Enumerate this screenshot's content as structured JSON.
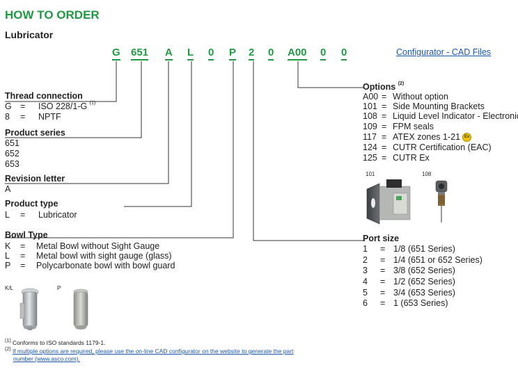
{
  "title": "HOW TO ORDER",
  "subtitle": "Lubricator",
  "code_parts": [
    "G",
    "651",
    "A",
    "L",
    "0",
    "P",
    "2",
    "0",
    "A00",
    "0",
    "0"
  ],
  "configurator_link": "Configurator - CAD Files",
  "thread": {
    "title": "Thread connection",
    "rows": [
      {
        "k": "G",
        "eq": "=",
        "v": "ISO 228/1-G",
        "note": "(1)"
      },
      {
        "k": "8",
        "eq": "=",
        "v": "NPTF",
        "note": ""
      }
    ]
  },
  "series": {
    "title": "Product series",
    "items": [
      "651",
      "652",
      "653"
    ]
  },
  "revision": {
    "title": "Revision letter",
    "items": [
      "A"
    ]
  },
  "ptype": {
    "title": "Product type",
    "rows": [
      {
        "k": "L",
        "eq": "=",
        "v": "Lubricator"
      }
    ]
  },
  "bowl": {
    "title": "Bowl Type",
    "rows": [
      {
        "k": "K",
        "eq": "=",
        "v": "Metal Bowl without Sight Gauge"
      },
      {
        "k": "L",
        "eq": "=",
        "v": "Metal bowl with sight gauge (glass)"
      },
      {
        "k": "P",
        "eq": "=",
        "v": "Polycarbonate bowl with bowl guard"
      }
    ],
    "img_labels": [
      "K/L",
      "P"
    ]
  },
  "options": {
    "title": "Options",
    "note": "(2)",
    "rows": [
      {
        "k": "A00",
        "eq": "=",
        "v": "Without option"
      },
      {
        "k": "101",
        "eq": "=",
        "v": "Side Mounting Brackets"
      },
      {
        "k": "108",
        "eq": "=",
        "v": "Liquid Level Indicator - Electronic"
      },
      {
        "k": "109",
        "eq": "=",
        "v": "FPM seals"
      },
      {
        "k": "117",
        "eq": "=",
        "v": "ATEX zones 1-21"
      },
      {
        "k": "124",
        "eq": "=",
        "v": "CUTR Certification (EAC)"
      },
      {
        "k": "125",
        "eq": "=",
        "v": "CUTR Ex"
      }
    ],
    "atex_badge": "Ex",
    "img_labels": [
      "101",
      "108"
    ]
  },
  "port": {
    "title": "Port size",
    "rows": [
      {
        "k": "1",
        "eq": "=",
        "v": "1/8 (651 Series)"
      },
      {
        "k": "2",
        "eq": "=",
        "v": "1/4 (651 or 652 Series)"
      },
      {
        "k": "3",
        "eq": "=",
        "v": "3/8 (652 Series)"
      },
      {
        "k": "4",
        "eq": "=",
        "v": "1/2 (652 Series)"
      },
      {
        "k": "5",
        "eq": "=",
        "v": "3/4 (653 Series)"
      },
      {
        "k": "6",
        "eq": "=",
        "v": "1 (653 Series)"
      }
    ]
  },
  "footnotes": {
    "n1_mark": "(1)",
    "n1_text": "Conforms to ISO standards 1179-1.",
    "n2_mark": "(2)",
    "n2_line1": "If multiple options are required, please use the on-line CAD configurator on the website to generate the part",
    "n2_line2": "number (www.asco.com)."
  }
}
